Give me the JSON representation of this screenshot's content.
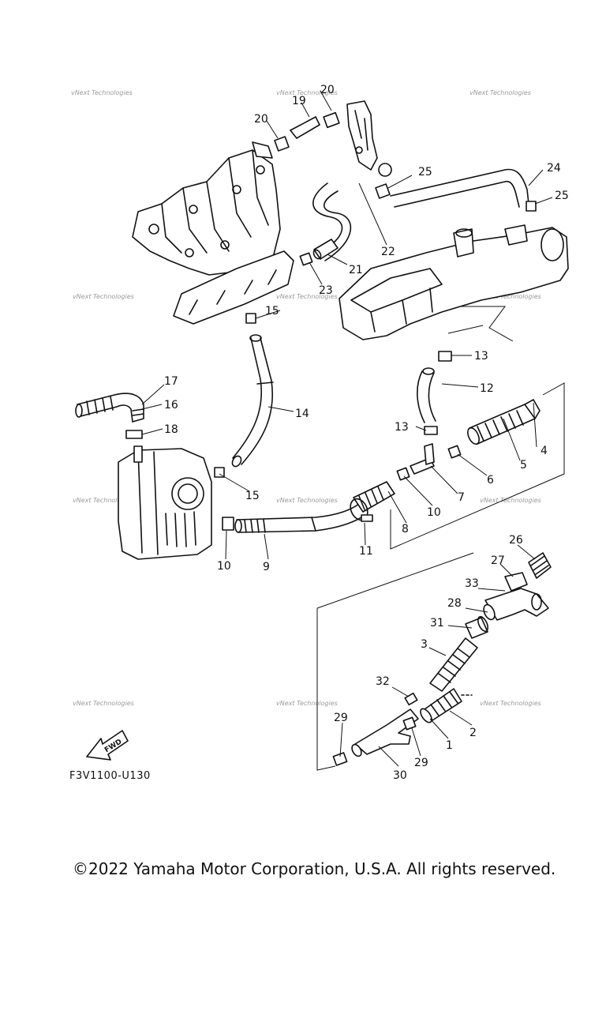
{
  "diagram_code": "F3V1100-U130",
  "copyright": "©2022 Yamaha Motor Corporation, U.S.A. All rights reserved.",
  "fwd_label": "FWD",
  "watermark": "vNext Technologies",
  "callouts": [
    "1",
    "2",
    "3",
    "4",
    "5",
    "6",
    "7",
    "8",
    "9",
    "10",
    "11",
    "12",
    "13",
    "14",
    "15",
    "16",
    "17",
    "18",
    "19",
    "20",
    "21",
    "22",
    "23",
    "24",
    "25",
    "26",
    "27",
    "28",
    "29",
    "30",
    "31",
    "32",
    "33"
  ]
}
